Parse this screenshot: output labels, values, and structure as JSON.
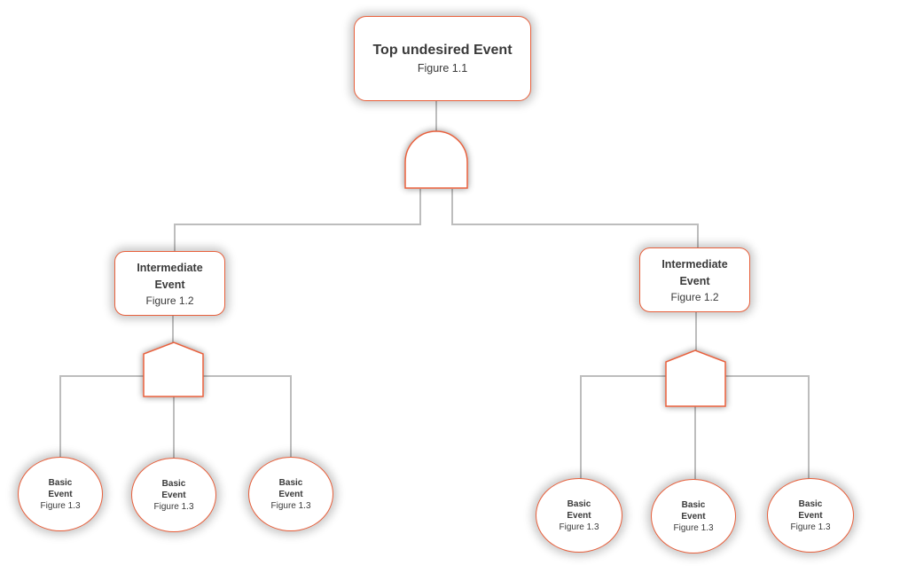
{
  "top_event": {
    "title": "Top undesired Event",
    "subtitle": "Figure 1.1"
  },
  "intermediate_events": [
    {
      "title_line1": "Intermediate",
      "title_line2": "Event",
      "subtitle": "Figure 1.2"
    },
    {
      "title_line1": "Intermediate",
      "title_line2": "Event",
      "subtitle": "Figure 1.2"
    }
  ],
  "basic_events": [
    {
      "line1": "Basic",
      "line2": "Event",
      "subtitle": "Figure 1.3"
    },
    {
      "line1": "Basic",
      "line2": "Event",
      "subtitle": "Figure 1.3"
    },
    {
      "line1": "Basic",
      "line2": "Event",
      "subtitle": "Figure 1.3"
    },
    {
      "line1": "Basic",
      "line2": "Event",
      "subtitle": "Figure 1.3"
    },
    {
      "line1": "Basic",
      "line2": "Event",
      "subtitle": "Figure 1.3"
    },
    {
      "line1": "Basic",
      "line2": "Event",
      "subtitle": "Figure 1.3"
    }
  ],
  "gates": {
    "top": "and-gate",
    "left": "house-gate",
    "right": "house-gate"
  },
  "colors": {
    "border": "#e8603c",
    "connector": "#bdbdbd",
    "text": "#3a3a3a"
  }
}
